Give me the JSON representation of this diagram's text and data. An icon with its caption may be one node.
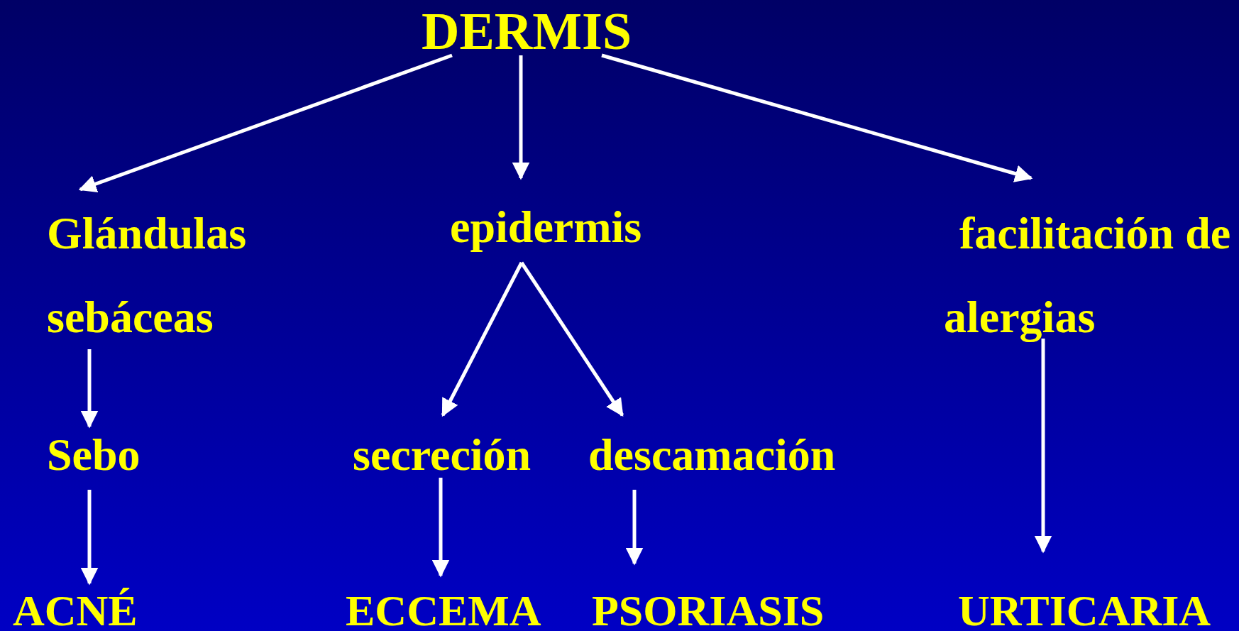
{
  "diagram": {
    "nodes": [
      {
        "text": [
          "DERMIS"
        ]
      },
      {
        "text": [
          "Glándulas sebáceas"
        ]
      },
      {
        "text": [
          "epidermis"
        ]
      },
      {
        "text": [
          "facilitación de alergias"
        ]
      },
      {
        "text": [
          "Sebo"
        ]
      },
      {
        "text": [
          "secreción"
        ]
      },
      {
        "text": [
          "descamación"
        ]
      },
      {
        "text": [
          "ACNÉ"
        ]
      },
      {
        "text": [
          "ECCEMA"
        ]
      },
      {
        "text": [
          "PSORIASIS"
        ]
      },
      {
        "text": [
          "URTICARIA"
        ]
      }
    ],
    "edges": [
      {
        "from": 0,
        "to": 1,
        "arrow": "to"
      },
      {
        "from": 0,
        "to": 2,
        "arrow": "to"
      },
      {
        "from": 0,
        "to": 3,
        "arrow": "to"
      },
      {
        "from": 2,
        "to": 5,
        "arrow": "to"
      },
      {
        "from": 2,
        "to": 6,
        "arrow": "to"
      },
      {
        "from": 1,
        "to": 4,
        "arrow": "to"
      },
      {
        "from": 4,
        "to": 7,
        "arrow": "to"
      },
      {
        "from": 5,
        "to": 8,
        "arrow": "to"
      },
      {
        "from": 6,
        "to": 9,
        "arrow": "to"
      },
      {
        "from": 3,
        "to": 10,
        "arrow": "to"
      }
    ]
  }
}
